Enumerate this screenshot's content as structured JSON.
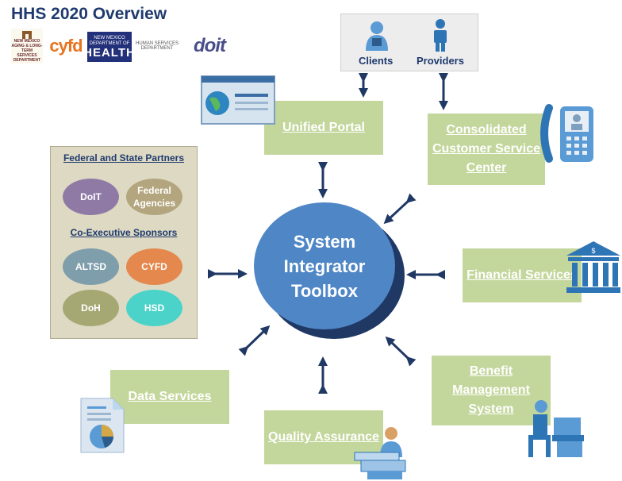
{
  "header": {
    "title": "HHS 2020 Overview"
  },
  "logos": [
    {
      "name": "altsd-logo",
      "text": "NEW MEXICO AGING & LONG-TERM SERVICES DEPARTMENT"
    },
    {
      "name": "cyfd-logo",
      "text": "cyfd"
    },
    {
      "name": "doh-logo",
      "line1": "NEW MEXICO",
      "line2": "DEPARTMENT OF",
      "line3": "HEALTH"
    },
    {
      "name": "hsd-logo",
      "text": "HUMAN SERVICES DEPARTMENT"
    },
    {
      "name": "doit-logo",
      "text": "doit"
    }
  ],
  "stakeholders": {
    "clients": "Clients",
    "providers": "Providers"
  },
  "center": {
    "label": "System Integrator Toolbox"
  },
  "components": {
    "unified_portal": "Unified Portal",
    "customer_service": "Consolidated Customer Service Center",
    "financial": "Financial Services",
    "benefit": "Benefit Management System",
    "quality": "Quality Assurance",
    "data": "Data Services"
  },
  "partners": {
    "heading1": "Federal and State Partners",
    "heading2": "Co-Executive Sponsors",
    "doit": "DoIT",
    "federal": "Federal Agencies",
    "altsd": "ALTSD",
    "cyfd": "CYFD",
    "doh": "DoH",
    "hsd": "HSD"
  },
  "colors": {
    "component_box": "#c3d69b",
    "center_fill": "#4f86c6",
    "center_shadow": "#1f3864",
    "arrow": "#1f3864",
    "partners_panel": "#ddd9c3",
    "oval_doit": "#8f7aa6",
    "oval_federal": "#b3a57e",
    "oval_altsd": "#7f9eab",
    "oval_cyfd": "#e4884e",
    "oval_doh": "#a6a874",
    "oval_hsd": "#4cd3c9"
  }
}
